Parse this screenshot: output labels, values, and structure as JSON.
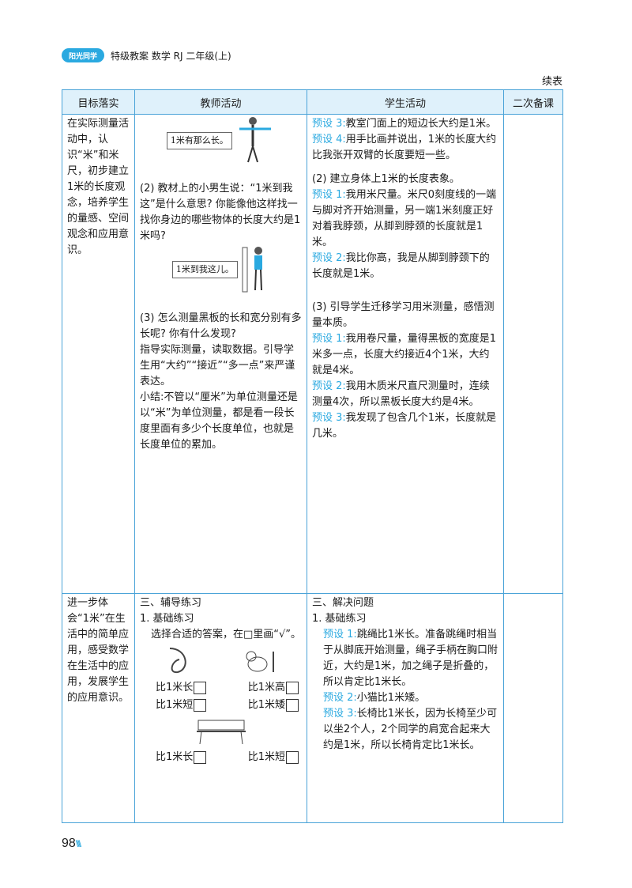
{
  "header": {
    "logo": "阳光同学",
    "title": "特级教案 数学 RJ 二年级(上)"
  },
  "continued": "续表",
  "table_headers": [
    "目标落实",
    "教师活动",
    "学生活动",
    "二次备课"
  ],
  "row1": {
    "goal": "在实际测量活动中，认识“米”和米尺，初步建立1米的长度观念，培养学生的量感、空间观念和应用意识。",
    "teacher": {
      "fig1": "1米有那么长。",
      "p2": "(2) 教材上的小男生说：“1米到我这”是什么意思? 你能像他这样找一找你身边的哪些物体的长度大约是1米吗?",
      "fig2": "1米到我这儿。",
      "p3": "(3) 怎么测量黑板的长和宽分别有多长呢? 你有什么发现?",
      "p4": "指导实际测量，读取数据。引导学生用“大约”“接近”“多一点”来严谨表达。",
      "p5": "小结:不管以“厘米”为单位测量还是以“米”为单位测量，都是看一段长度里面有多少个长度单位，也就是长度单位的累加。"
    },
    "student": {
      "s1_tag": "预设 3:",
      "s1": "教室门面上的短边长大约是1米。",
      "s2_tag": "预设 4:",
      "s2": "用手比画并说出，1米的长度大约比我张开双臂的长度要短一些。",
      "s3": "(2) 建立身体上1米的长度表象。",
      "s4_tag": "预设 1:",
      "s4": "我用米尺量。米尺0刻度线的一端与脚对齐开始测量，另一端1米刻度正好对着我脖颈，从脚到脖颈的长度就是1米。",
      "s5_tag": "预设 2:",
      "s5": "我比你高，我是从脚到脖颈下的长度就是1米。",
      "s6": "(3) 引导学生迁移学习用米测量，感悟测量本质。",
      "s7_tag": "预设 1:",
      "s7": "我用卷尺量，量得黑板的宽度是1米多一点，长度大约接近4个1米，大约就是4米。",
      "s8_tag": "预设 2:",
      "s8": "我用木质米尺直尺测量时，连续测量4次，所以黑板长度大约是4米。",
      "s9_tag": "预设 3:",
      "s9": "我发现了包含几个1米，长度就是几米。"
    }
  },
  "row2": {
    "goal": "进一步体会“1米”在生活中的简单应用，感受数学在生活中的应用，发展学生的应用意识。",
    "teacher": {
      "title": "三、辅导练习",
      "sub": "1. 基础练习",
      "instr": "选择合适的答案，在□里画“√”。",
      "c1a": "比1米长",
      "c1b": "比1米高",
      "c2a": "比1米短",
      "c2b": "比1米矮",
      "c3a": "比1米长",
      "c3b": "比1米短"
    },
    "student": {
      "title": "三、解决问题",
      "sub": "1. 基础练习",
      "a1_tag": "预设 1:",
      "a1": "跳绳比1米长。准备跳绳时相当于从脚底开始测量，绳子手柄在胸口附近，大约是1米，加之绳子是折叠的，所以肯定比1米长。",
      "a2_tag": "预设 2:",
      "a2": "小猫比1米矮。",
      "a3_tag": "预设 3:",
      "a3": "长椅比1米长，因为长椅至少可以坐2个人，2个同学的肩宽合起来大约是1米，所以长椅肯定比1米长。"
    }
  },
  "footer": {
    "page": "98"
  }
}
